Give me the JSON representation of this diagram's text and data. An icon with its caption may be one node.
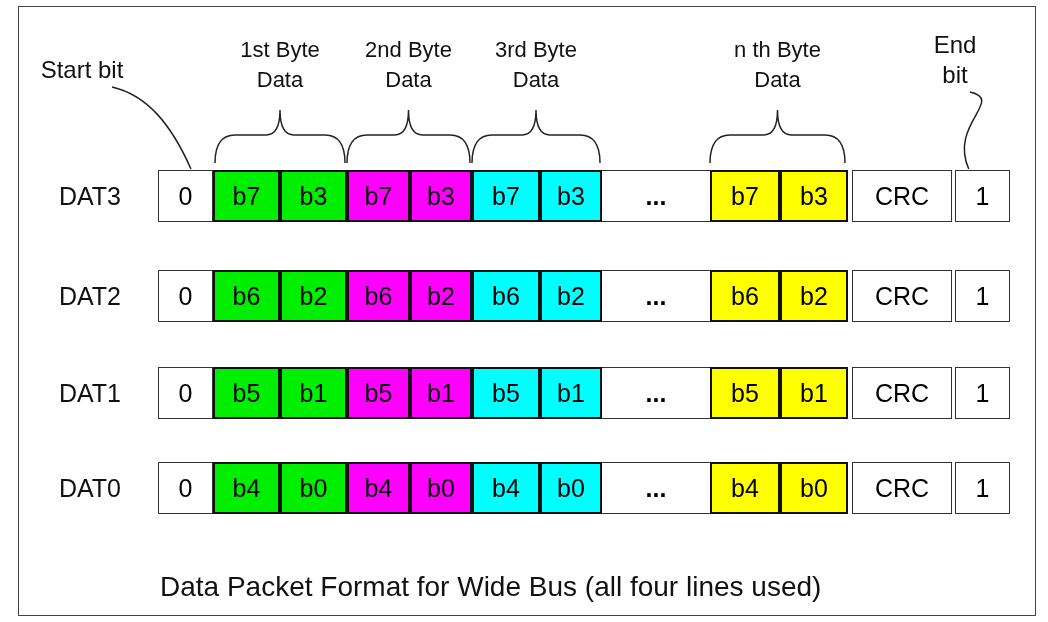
{
  "diagram": {
    "caption": "Data Packet Format for Wide Bus (all four lines used)",
    "nodes": [
      {
        "text": [
          "Start bit"
        ]
      },
      {
        "text": [
          "End bit"
        ]
      },
      {
        "text": [
          "0"
        ]
      },
      {
        "text": [
          "1"
        ]
      },
      {
        "text": [
          "0"
        ]
      },
      {
        "text": [
          "1"
        ]
      },
      {
        "text": [
          "0"
        ]
      },
      {
        "text": [
          "1"
        ]
      },
      {
        "text": [
          "0"
        ]
      },
      {
        "text": [
          "1"
        ]
      }
    ],
    "edges": [
      {
        "from": 0,
        "to": 2,
        "arrow": "none"
      },
      {
        "from": 1,
        "to": 3,
        "arrow": "none"
      }
    ],
    "labels": [
      "1st Byte Data",
      "2nd Byte Data",
      "3rd Byte Data",
      "n th Byte Data",
      "DAT3",
      "b7",
      "b3",
      "b7",
      "b3",
      "b7",
      "b3",
      "...",
      "b7",
      "b3",
      "CRC",
      "DAT2",
      "b6",
      "b2",
      "b6",
      "b2",
      "b6",
      "b2",
      "...",
      "b6",
      "b2",
      "CRC",
      "DAT1",
      "b5",
      "b1",
      "b5",
      "b1",
      "b5",
      "b1",
      "...",
      "b5",
      "b1",
      "CRC",
      "DAT0",
      "b4",
      "b0",
      "b4",
      "b0",
      "b4",
      "b0",
      "...",
      "b4",
      "b0",
      "CRC"
    ]
  }
}
